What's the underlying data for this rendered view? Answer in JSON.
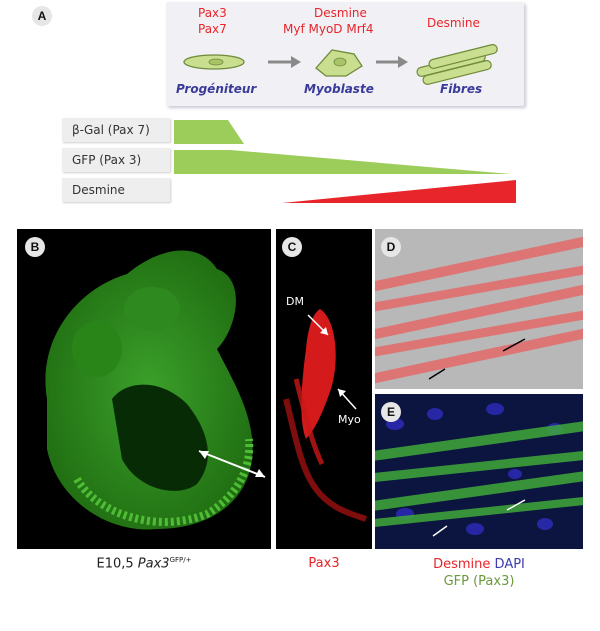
{
  "panel_a": {
    "letter": "A",
    "stage1": {
      "markers": [
        "Pax3",
        "Pax7"
      ],
      "name": "Progéniteur"
    },
    "stage2": {
      "markers": [
        "Desmine",
        "Myf MyoD Mrf4"
      ],
      "name": "Myoblaste"
    },
    "stage3": {
      "markers": [
        "Desmine"
      ],
      "name": "Fibres"
    },
    "rows": [
      {
        "label": "β-Gal (Pax 7)"
      },
      {
        "label": "GFP (Pax 3)"
      },
      {
        "label": "Desmine"
      }
    ]
  },
  "panel_b": {
    "letter": "B",
    "caption_prefix": "E10,5 ",
    "caption_gene": "Pax3",
    "caption_sup": "GFP/+"
  },
  "panel_c": {
    "letter": "C",
    "label_dm": "DM",
    "label_myo": "Myo",
    "caption": "Pax3"
  },
  "panel_d": {
    "letter": "D"
  },
  "panel_e": {
    "letter": "E",
    "caption_desmine": "Desmine",
    "caption_dapi": "DAPI",
    "caption_gfp": "GFP (Pax3)"
  },
  "colors": {
    "red": "#e8252a",
    "green": "#9ccc5a",
    "blue": "#3a3cb0"
  }
}
